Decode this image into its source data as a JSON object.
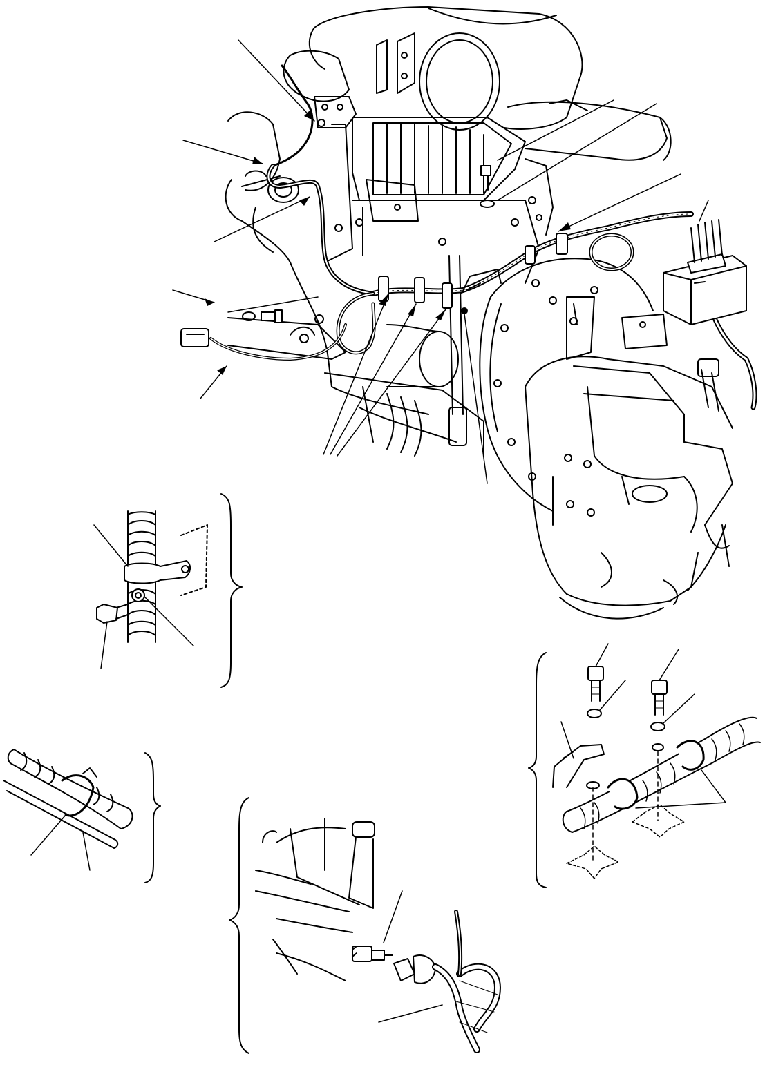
{
  "figure": {
    "labels": [],
    "colors": {
      "ink": "#000000",
      "paper": "#ffffff"
    },
    "parts": [
      "engine-assembly",
      "air-cleaner",
      "intake-manifold",
      "transmission-housing",
      "flywheel-housing",
      "wiring-harness",
      "connector-block",
      "detail-clamp-on-pipe",
      "detail-band-clamp",
      "detail-sensor-connector",
      "detail-harness-clamps-to-bracket"
    ]
  }
}
